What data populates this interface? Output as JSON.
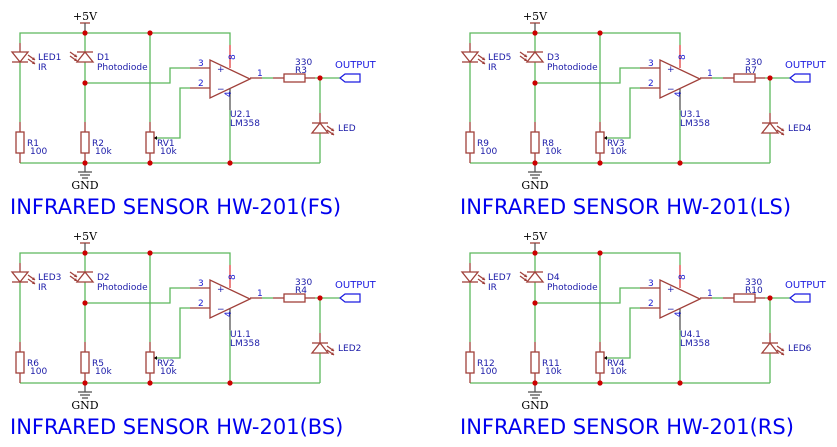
{
  "colors": {
    "wire": "#5cb85c",
    "component": "#a0403a",
    "junction": "#cc0000",
    "label": "#1a1aa8",
    "title": "#0000ee"
  },
  "common": {
    "vcc": "+5V",
    "gnd": "GND",
    "output": "OUTPUT",
    "pin_plus": "3",
    "pin_minus": "2",
    "pin_out": "1",
    "pin_vcc": "8",
    "pin_gnd": "4",
    "plus": "+",
    "minus": "−",
    "opamp_value": "LM358",
    "ir_value": "IR",
    "pd_value": "Photodiode",
    "r_led_value": "100",
    "r_pd_value": "10k",
    "rv_value": "10k",
    "r_out_value": "330"
  },
  "circuits": [
    {
      "title": "INFRARED SENSOR HW-201(FS)",
      "led_ir": "LED1",
      "photodiode": "D1",
      "r_led": "R1",
      "r_pd": "R2",
      "rv": "RV1",
      "opamp": "U2.1",
      "r_out": "R3",
      "led_out": "LED"
    },
    {
      "title": "INFRARED SENSOR HW-201(LS)",
      "led_ir": "LED5",
      "photodiode": "D3",
      "r_led": "R9",
      "r_pd": "R8",
      "rv": "RV3",
      "opamp": "U3.1",
      "r_out": "R7",
      "led_out": "LED4"
    },
    {
      "title": "INFRARED SENSOR HW-201(BS)",
      "led_ir": "LED3",
      "photodiode": "D2",
      "r_led": "R6",
      "r_pd": "R5",
      "rv": "RV2",
      "opamp": "U1.1",
      "r_out": "R4",
      "led_out": "LED2"
    },
    {
      "title": "INFRARED SENSOR HW-201(RS)",
      "led_ir": "LED7",
      "photodiode": "D4",
      "r_led": "R12",
      "r_pd": "R11",
      "rv": "RV4",
      "opamp": "U4.1",
      "r_out": "R10",
      "led_out": "LED6"
    }
  ]
}
